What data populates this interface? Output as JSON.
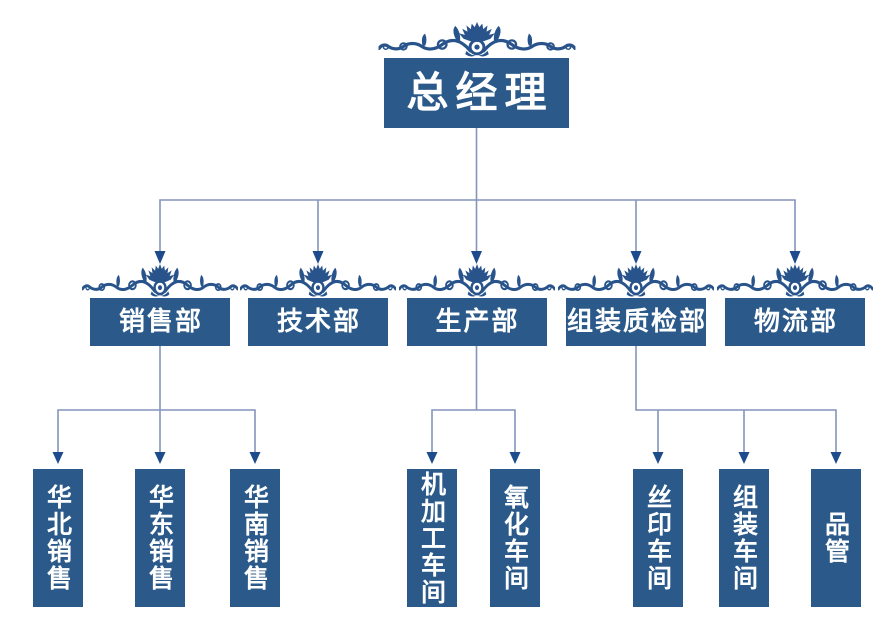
{
  "org": {
    "root": {
      "label": "总经理"
    },
    "departments": [
      {
        "label": "销售部",
        "children": [
          {
            "label": "华北销售"
          },
          {
            "label": "华东销售"
          },
          {
            "label": "华南销售"
          }
        ]
      },
      {
        "label": "技术部",
        "children": []
      },
      {
        "label": "生产部",
        "children": [
          {
            "label": "机加工车间"
          },
          {
            "label": "氧化车间"
          }
        ]
      },
      {
        "label": "组装质检部",
        "children": [
          {
            "label": "丝印车间"
          },
          {
            "label": "组装车间"
          },
          {
            "label": "品管"
          }
        ]
      },
      {
        "label": "物流部",
        "children": []
      }
    ]
  },
  "icons": {
    "horizontal_ornament": "damask-flourish-crest",
    "vertical_ornament": "damask-flourish-vine"
  },
  "colors": {
    "box": "#2a598a",
    "ornament": "#28548b",
    "line": "#8494bb",
    "arrow": "#1d4b8c",
    "text": "#ffffff",
    "background": "#ffffff"
  }
}
